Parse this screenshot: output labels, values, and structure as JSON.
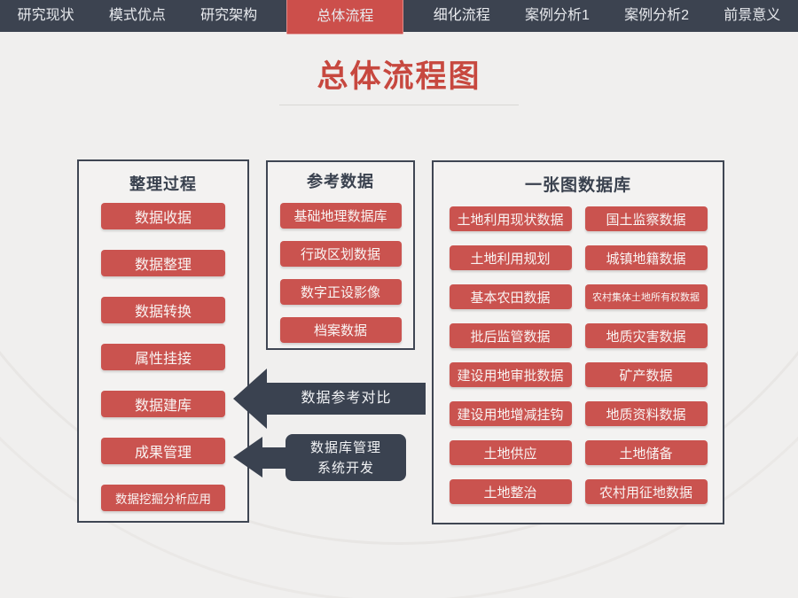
{
  "nav": {
    "tabs": [
      {
        "label": "研究现状",
        "active": false
      },
      {
        "label": "模式优点",
        "active": false
      },
      {
        "label": "研究架构",
        "active": false
      },
      {
        "label": "总体流程",
        "active": true
      },
      {
        "label": "细化流程",
        "active": false
      },
      {
        "label": "案例分析1",
        "active": false
      },
      {
        "label": "案例分析2",
        "active": false
      },
      {
        "label": "前景意义",
        "active": false
      }
    ]
  },
  "title": "总体流程图",
  "columns": {
    "process": {
      "title": "整理过程",
      "items": [
        "数据收据",
        "数据整理",
        "数据转换",
        "属性挂接",
        "数据建库",
        "成果管理",
        "数据挖掘分析应用"
      ]
    },
    "reference": {
      "title": "参考数据",
      "items": [
        "基础地理数据库",
        "行政区划数据",
        "数字正设影像",
        "档案数据"
      ]
    },
    "database": {
      "title": "一张图数据库",
      "left_items": [
        "土地利用现状数据",
        "土地利用规划",
        "基本农田数据",
        "批后监管数据",
        "建设用地审批数据",
        "建设用地增减挂钩",
        "土地供应",
        "土地整治"
      ],
      "right_items": [
        "国土监察数据",
        "城镇地籍数据",
        "农村集体土地所有权数据",
        "地质灾害数据",
        "矿产数据",
        "地质资料数据",
        "土地储备",
        "农村用征地数据"
      ]
    }
  },
  "arrows": {
    "compare_label": "数据参考对比",
    "dev_label_line1": "数据库管理",
    "dev_label_line2": "系统开发"
  },
  "colors": {
    "accent_red": "#ca534f",
    "active_tab_red": "#cc4f4b",
    "dark_slate": "#3c4350",
    "background": "#f0efee",
    "title_red": "#c7483f"
  }
}
